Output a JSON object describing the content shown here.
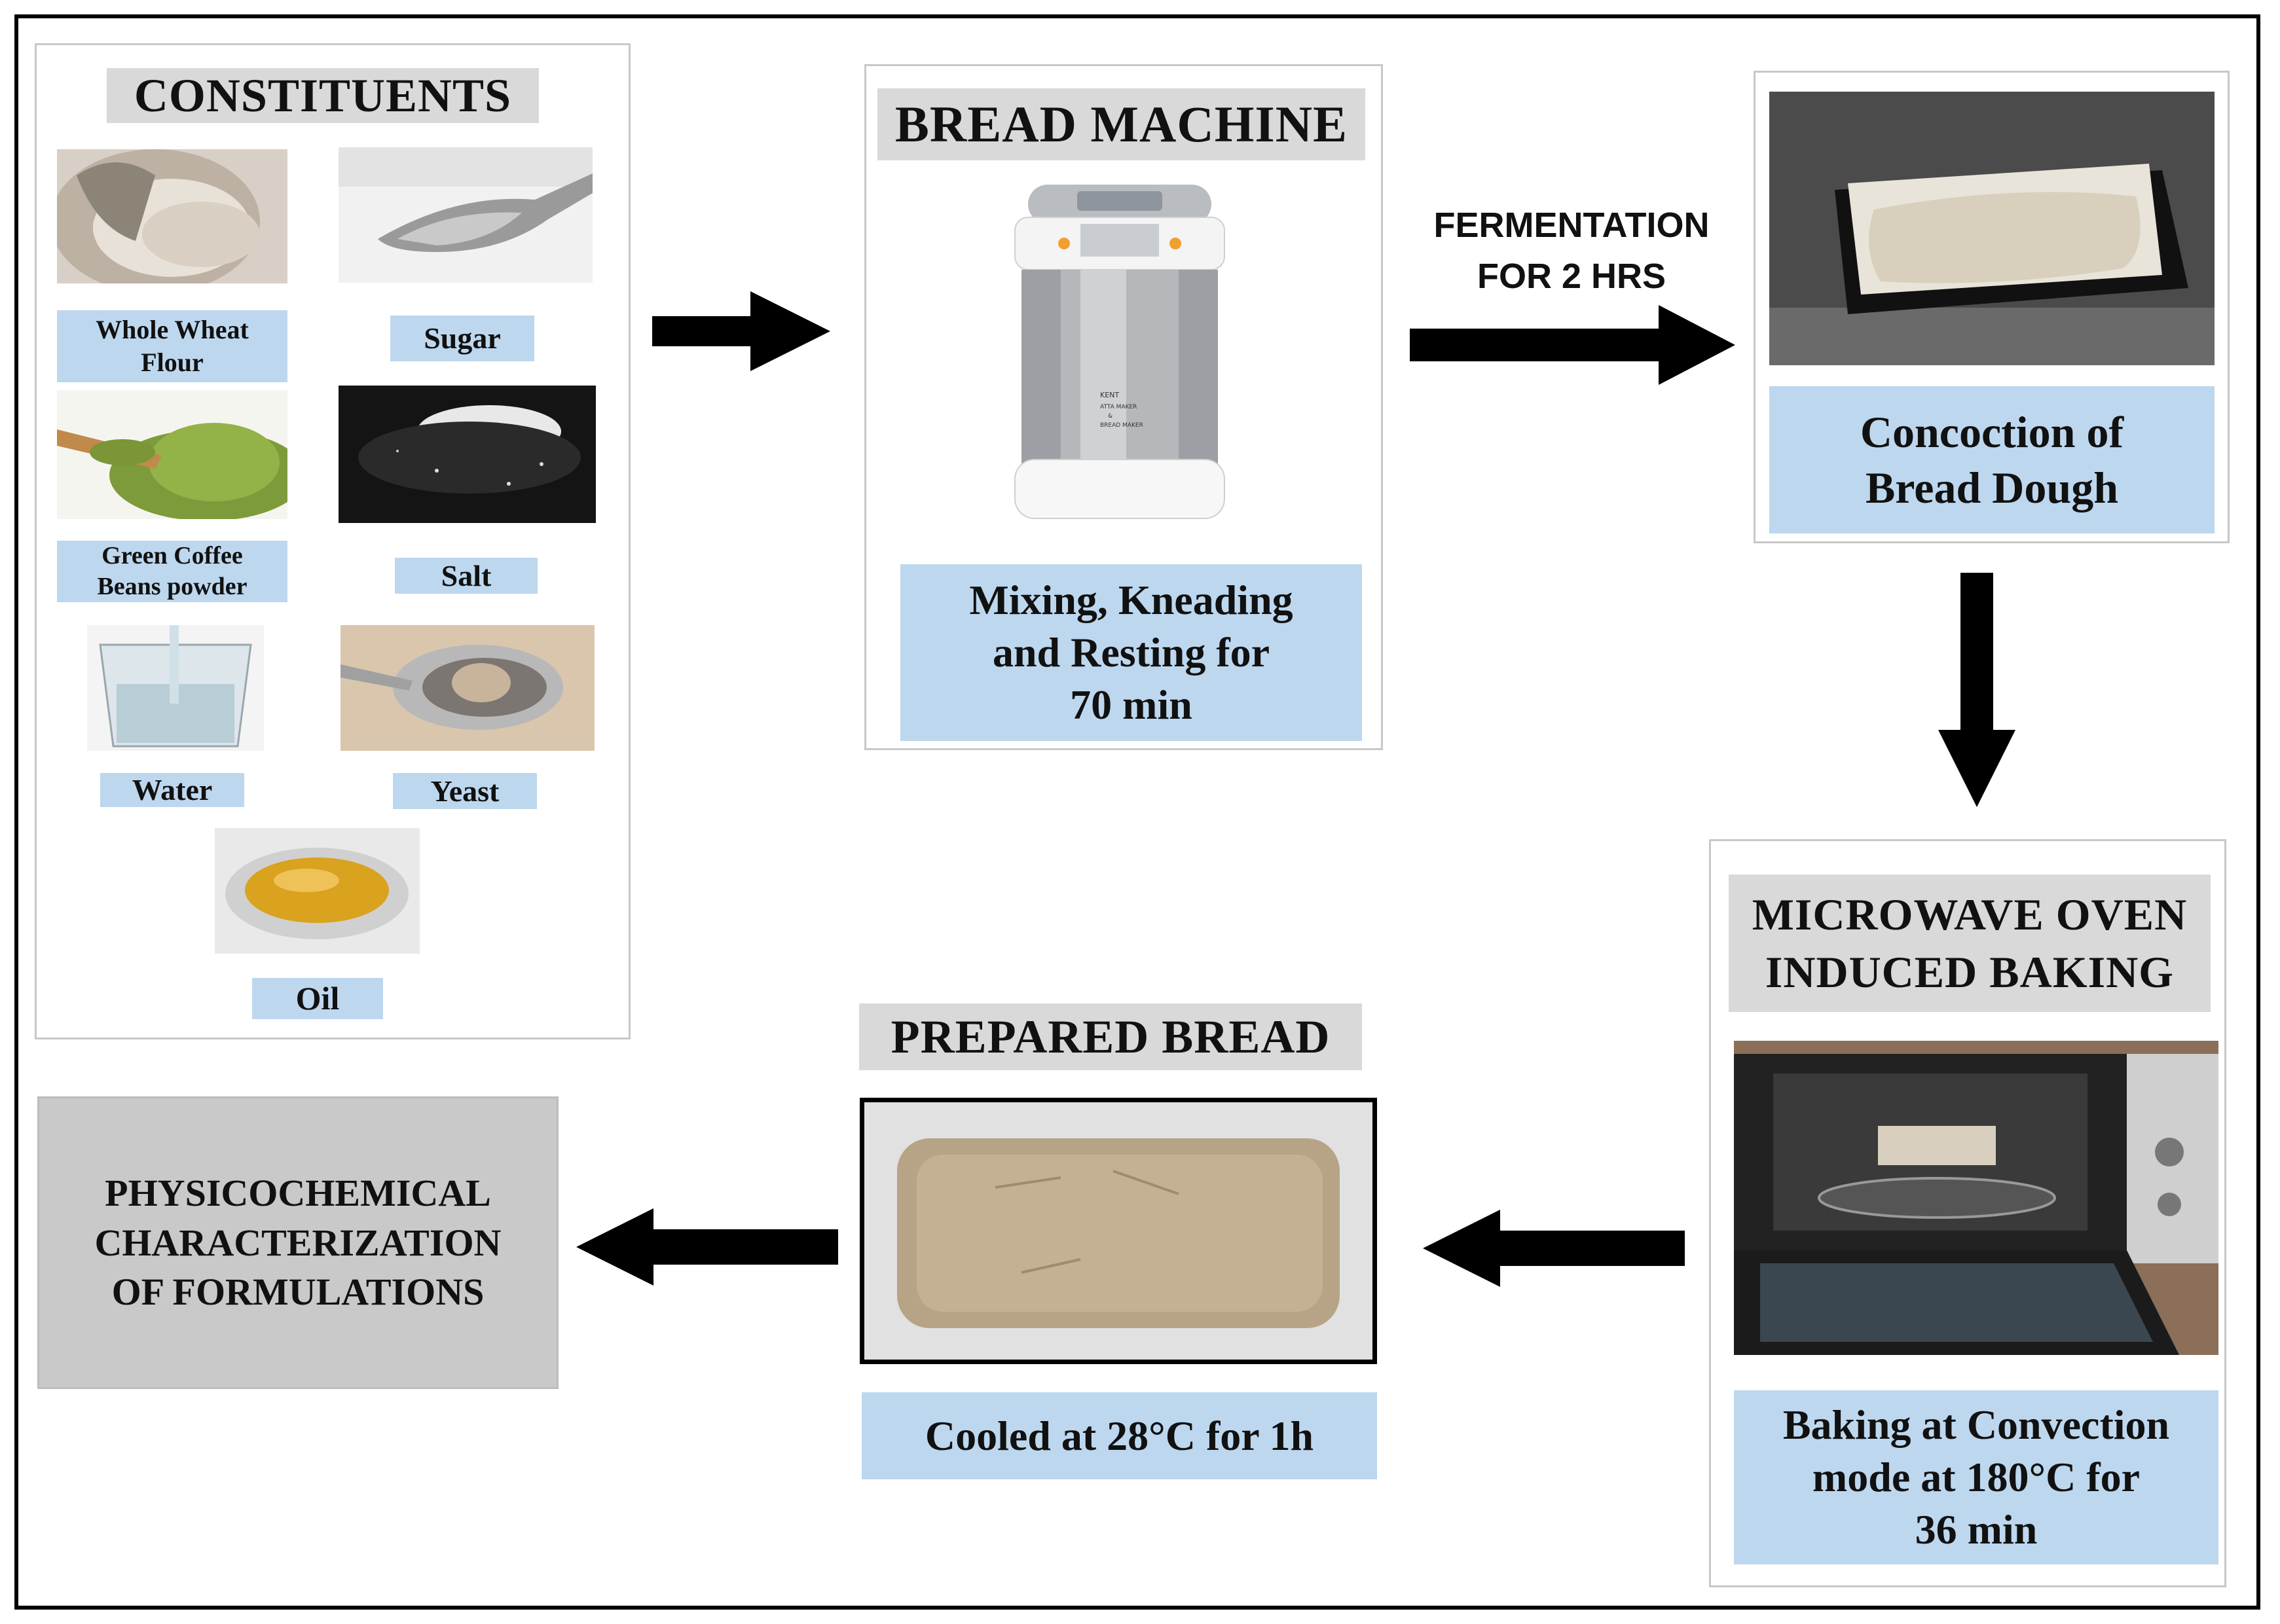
{
  "constituents": {
    "title": "CONSTITUENTS",
    "items": [
      {
        "label_lines": [
          "Whole Wheat",
          "Flour"
        ]
      },
      {
        "label_lines": [
          "Sugar"
        ]
      },
      {
        "label_lines": [
          "Green Coffee",
          "Beans powder"
        ]
      },
      {
        "label_lines": [
          "Salt"
        ]
      },
      {
        "label_lines": [
          "Water"
        ]
      },
      {
        "label_lines": [
          "Yeast"
        ]
      },
      {
        "label_lines": [
          "Oil"
        ]
      }
    ]
  },
  "bread_machine": {
    "title": "BREAD MACHINE",
    "caption_lines": [
      "Mixing, Kneading",
      "and Resting for",
      "70 min"
    ],
    "device_text": [
      "KENT",
      "ATTA MAKER",
      "&",
      "BREAD MAKER"
    ]
  },
  "fermentation": {
    "label_lines": [
      "FERMENTATION",
      "FOR 2 HRS"
    ]
  },
  "dough": {
    "caption_lines": [
      "Concoction of",
      "Bread Dough"
    ]
  },
  "microwave": {
    "title_lines": [
      "MICROWAVE OVEN",
      "INDUCED BAKING"
    ],
    "caption_lines": [
      "Baking at Convection",
      "mode at 180°C for",
      "36 min"
    ]
  },
  "prepared_bread": {
    "title": "PREPARED BREAD",
    "caption": "Cooled at 28°C for 1h"
  },
  "characterization": {
    "lines": [
      "PHYSICOCHEMICAL",
      "CHARACTERIZATION",
      "OF FORMULATIONS"
    ]
  },
  "colors": {
    "caption_blue": "#bdd7ee",
    "title_gray": "#d9d9d9",
    "final_gray": "#c9c9c9",
    "arrow": "#000000"
  }
}
